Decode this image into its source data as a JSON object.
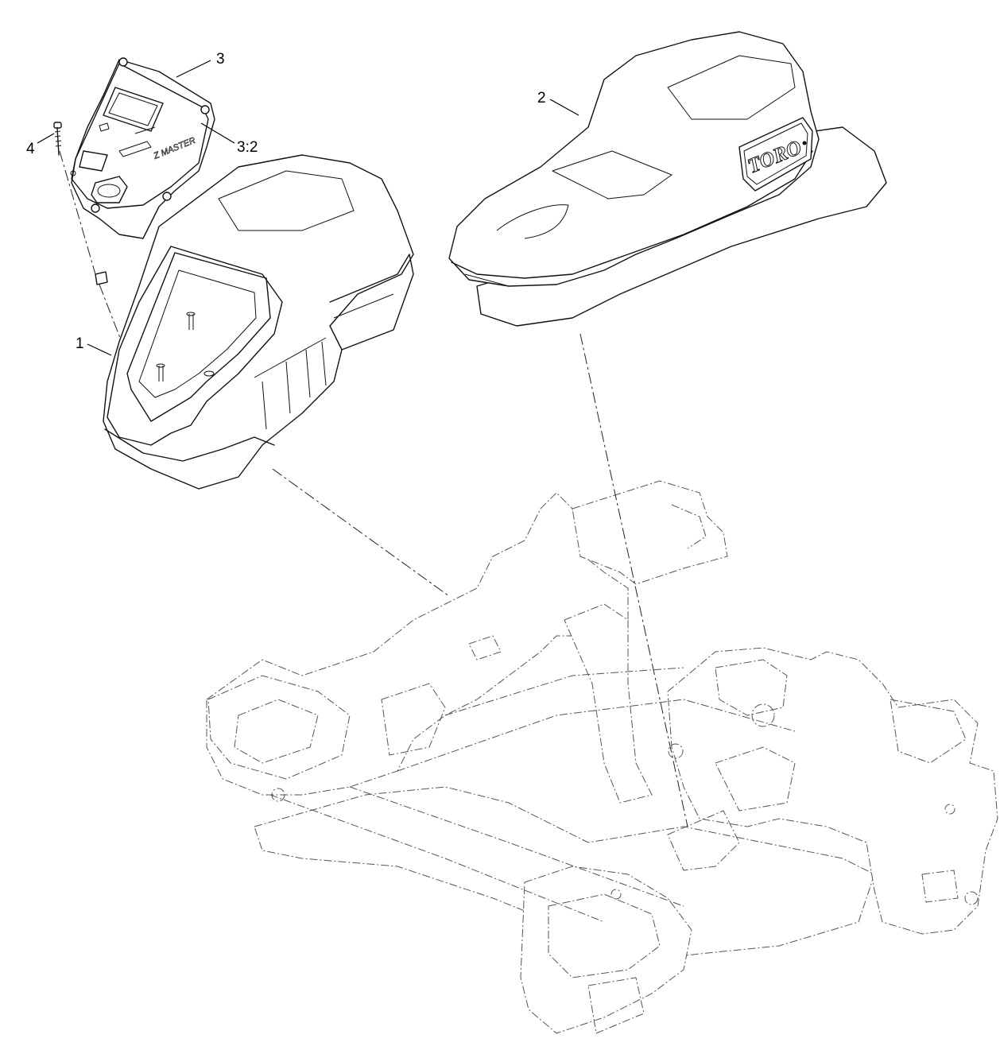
{
  "diagram": {
    "callouts": {
      "c1": "1",
      "c2": "2",
      "c3": "3",
      "c3_2": "3:2",
      "c4": "4"
    },
    "logo_text": "TORO",
    "decal_text": "Z MASTER"
  }
}
